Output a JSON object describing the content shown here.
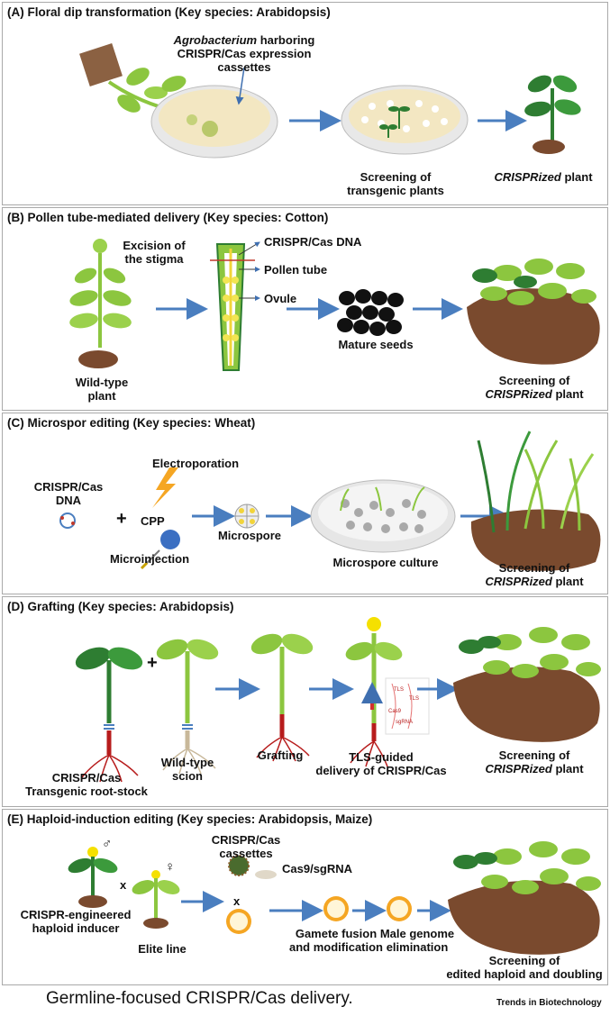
{
  "panels": {
    "a": {
      "title": "(A)  Floral dip transformation (Key species: Arabidopsis)",
      "agro_1": "Agrobacterium",
      "agro_2": " harboring",
      "agro_3": "CRISPR/Cas expression",
      "agro_4": "cassettes",
      "screen_1": "Screening of",
      "screen_2": "transgenic plants",
      "crispr_1": "CRISPRized",
      "crispr_2": " plant"
    },
    "b": {
      "title": "(B)  Pollen tube-mediated delivery (Key species: Cotton)",
      "excision_1": "Excision of",
      "excision_2": "the stigma",
      "crispr_dna": "CRISPR/Cas DNA",
      "pollen_tube": "Pollen tube",
      "ovule": "Ovule",
      "mature_seeds": "Mature seeds",
      "wild_1": "Wild-type",
      "wild_2": "plant",
      "screen_1": "Screening of",
      "screen_2": "CRISPRized",
      "screen_3": " plant"
    },
    "c": {
      "title": "(C)   Microspor editing (Key species: Wheat)",
      "electroporation": "Electroporation",
      "crispr_1": "CRISPR/Cas",
      "crispr_2": "DNA",
      "plus": "+",
      "cpp": "CPP",
      "microspore": "Microspore",
      "microinjection": "Microinjection",
      "culture": "Microspore culture",
      "screen_1": "Screening of",
      "screen_2": "CRISPRized",
      "screen_3": " plant"
    },
    "d": {
      "title": "(D)  Grafting (Key species: Arabidopsis)",
      "plus": "+",
      "wild_1": "Wild-type",
      "wild_2": "scion",
      "grafting": "Grafting",
      "tls_1": "TLS-guided",
      "tls_2": "delivery of CRISPR/Cas",
      "root_1": "CRISPR/Cas",
      "root_2": "Transgenic root-stock",
      "screen_1": "Screening of",
      "screen_2": "CRISPRized",
      "screen_3": " plant",
      "tls_tag_a": "TLS",
      "tls_tag_b": "TLS",
      "sgrna_tag": "sgRNA",
      "cas_tag": "Cas9"
    },
    "e": {
      "title": "(E)  Haploid-induction editing (Key species: Arabidopsis, Maize)",
      "male": "♂",
      "female": "♀",
      "cassette_1": "CRISPR/Cas",
      "cassette_2": "cassettes",
      "cas9": "Cas9/sgRNA",
      "x1": "x",
      "x2": "x",
      "inducer_1": "CRISPR-engineered",
      "inducer_2": "haploid inducer",
      "elite": "Elite line",
      "gamete_1": "Gamete fusion",
      "gamete_2": "and modification",
      "male_1": "Male genome",
      "male_2": "elimination",
      "screen_1": "Screening of",
      "screen_2": "edited haploid and doubling"
    }
  },
  "caption": "Germline-focused CRISPR/Cas delivery.",
  "brand": "Trends in Biotechnology",
  "colors": {
    "arrow": "#4a7ebf",
    "leaf_light": "#8cc63f",
    "leaf_dark": "#2e7d32",
    "soil": "#7a4a2e",
    "dish": "#f3e7c2"
  }
}
